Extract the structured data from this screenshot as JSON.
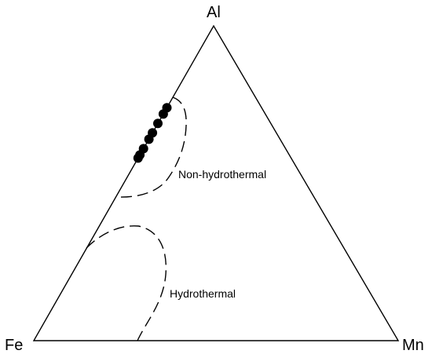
{
  "chart_data": {
    "type": "scatter",
    "subtype": "ternary",
    "vertices": {
      "top": "Al",
      "left": "Fe",
      "right": "Mn"
    },
    "fields": [
      {
        "label": "Non-hydrothermal"
      },
      {
        "label": "Hydrothermal"
      }
    ],
    "samples": [
      {
        "Al": 0.74,
        "Fe": 0.26,
        "Mn": 0.0
      },
      {
        "Al": 0.72,
        "Fe": 0.28,
        "Mn": 0.0
      },
      {
        "Al": 0.69,
        "Fe": 0.31,
        "Mn": 0.0
      },
      {
        "Al": 0.66,
        "Fe": 0.34,
        "Mn": 0.0
      },
      {
        "Al": 0.64,
        "Fe": 0.36,
        "Mn": 0.0
      },
      {
        "Al": 0.61,
        "Fe": 0.39,
        "Mn": 0.0
      },
      {
        "Al": 0.59,
        "Fe": 0.41,
        "Mn": 0.0
      },
      {
        "Al": 0.58,
        "Fe": 0.42,
        "Mn": 0.0
      }
    ],
    "marker_color": "#000000",
    "line_color": "#000000"
  }
}
